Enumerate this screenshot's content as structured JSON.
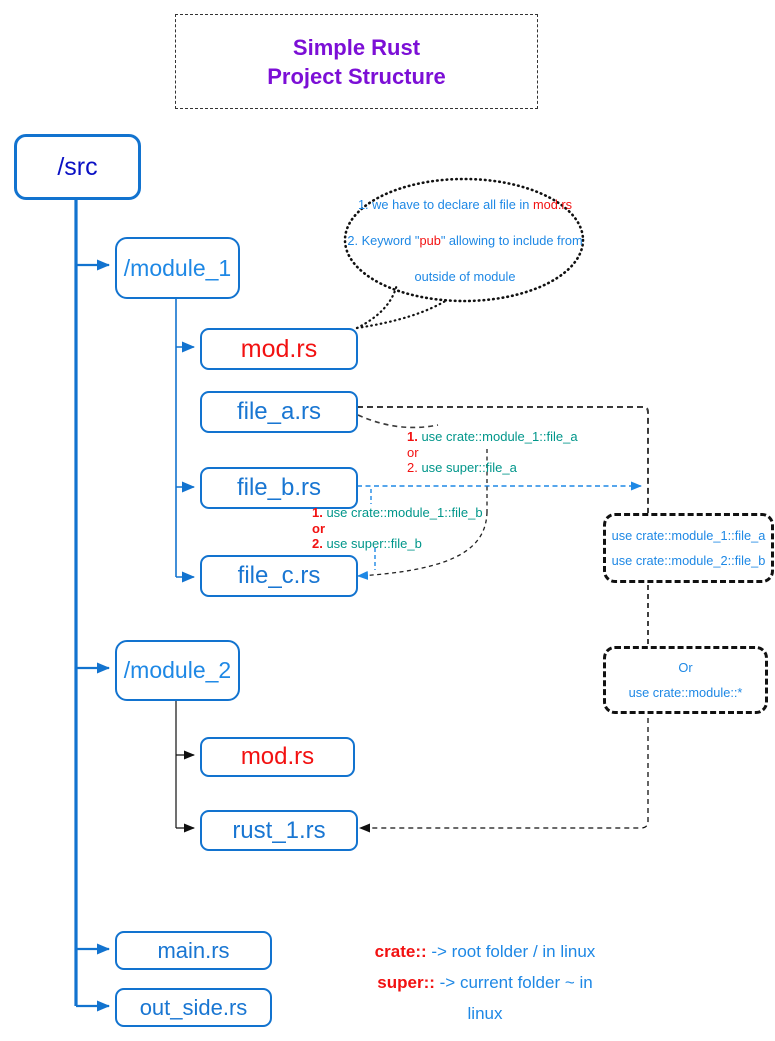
{
  "title": {
    "line1": "Simple Rust",
    "line2": "Project Structure"
  },
  "nodes": {
    "src": "/src",
    "module_1": "/module_1",
    "mod_rs_1": "mod.rs",
    "file_a": "file_a.rs",
    "file_b": "file_b.rs",
    "file_c": "file_c.rs",
    "module_2": "/module_2",
    "mod_rs_2": "mod.rs",
    "rust_1": "rust_1.rs",
    "main_rs": "main.rs",
    "out_side": "out_side.rs"
  },
  "bubble": {
    "l1_pre": "1. we have to declare all file in ",
    "l1_file": "mod.rs",
    "l2_pre": "2. Keyword \"",
    "l2_kw": "pub",
    "l2_post": "\" allowing to include from",
    "l3": "outside of module"
  },
  "note_a": {
    "n1": "1.",
    "t1": " use crate::module_1::file_a",
    "or": "or",
    "n2": "2.",
    "t2": " use super::file_a"
  },
  "note_b": {
    "n1": "1.",
    "t1": " use crate::module_1::file_b",
    "or": "or",
    "n2": "2.",
    "t2": " use super::file_b"
  },
  "box_use": {
    "l1": "use crate::module_1::file_a",
    "l2": "use crate::module_2::file_b"
  },
  "box_or": {
    "l1": "Or",
    "l2": "use crate::module::*"
  },
  "legend": {
    "crate_kw": "crate::",
    "crate_text": " -> root folder / in linux",
    "super_kw": "super::",
    "super_text": " -> current folder ~ in",
    "super_text2": "linux"
  },
  "colors": {
    "box_border_blue": "#1273cf",
    "file_text_blue": "#1976d2",
    "module_text_blue": "#1e88e5",
    "src_text_navy": "#0a10c4",
    "red": "#f21111",
    "teal": "#00968a",
    "title_purple": "#7c0fd6",
    "dashed_black": "#111111"
  }
}
